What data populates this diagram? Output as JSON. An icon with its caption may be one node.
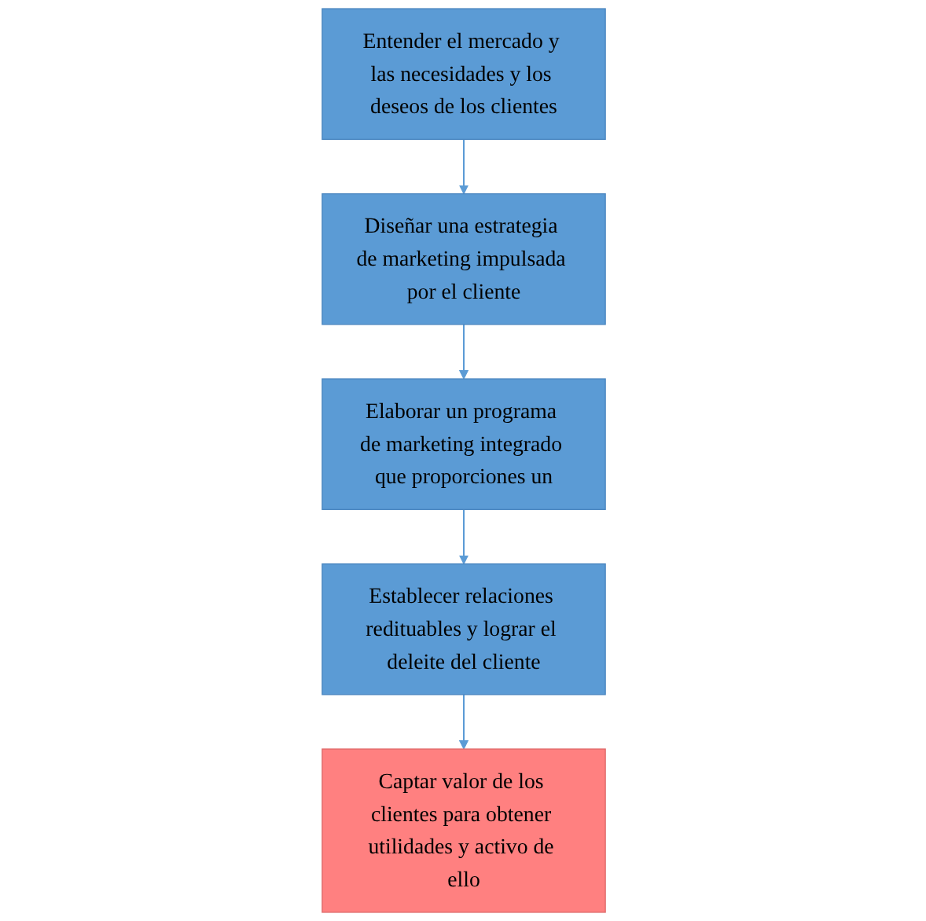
{
  "diagram": {
    "nodes": [
      {
        "text": [
          "Entender el mercado y las necesidades y los deseos de los clientes"
        ]
      },
      {
        "text": [
          "Diseñar una estrategia de marketing impulsada por el cliente"
        ]
      },
      {
        "text": [
          "Elaborar un programa de marketing integrado que proporciones un"
        ]
      },
      {
        "text": [
          "Establecer relaciones redituables y lograr el deleite del cliente"
        ]
      },
      {
        "text": [
          "Captar valor de los clientes para obtener utilidades y activo de ello"
        ]
      }
    ],
    "edges": [
      {
        "from": 0,
        "to": 1,
        "arrow": "to"
      },
      {
        "from": 1,
        "to": 2,
        "arrow": "to"
      },
      {
        "from": 2,
        "to": 3,
        "arrow": "to"
      },
      {
        "from": 3,
        "to": 4,
        "arrow": "to"
      }
    ]
  }
}
